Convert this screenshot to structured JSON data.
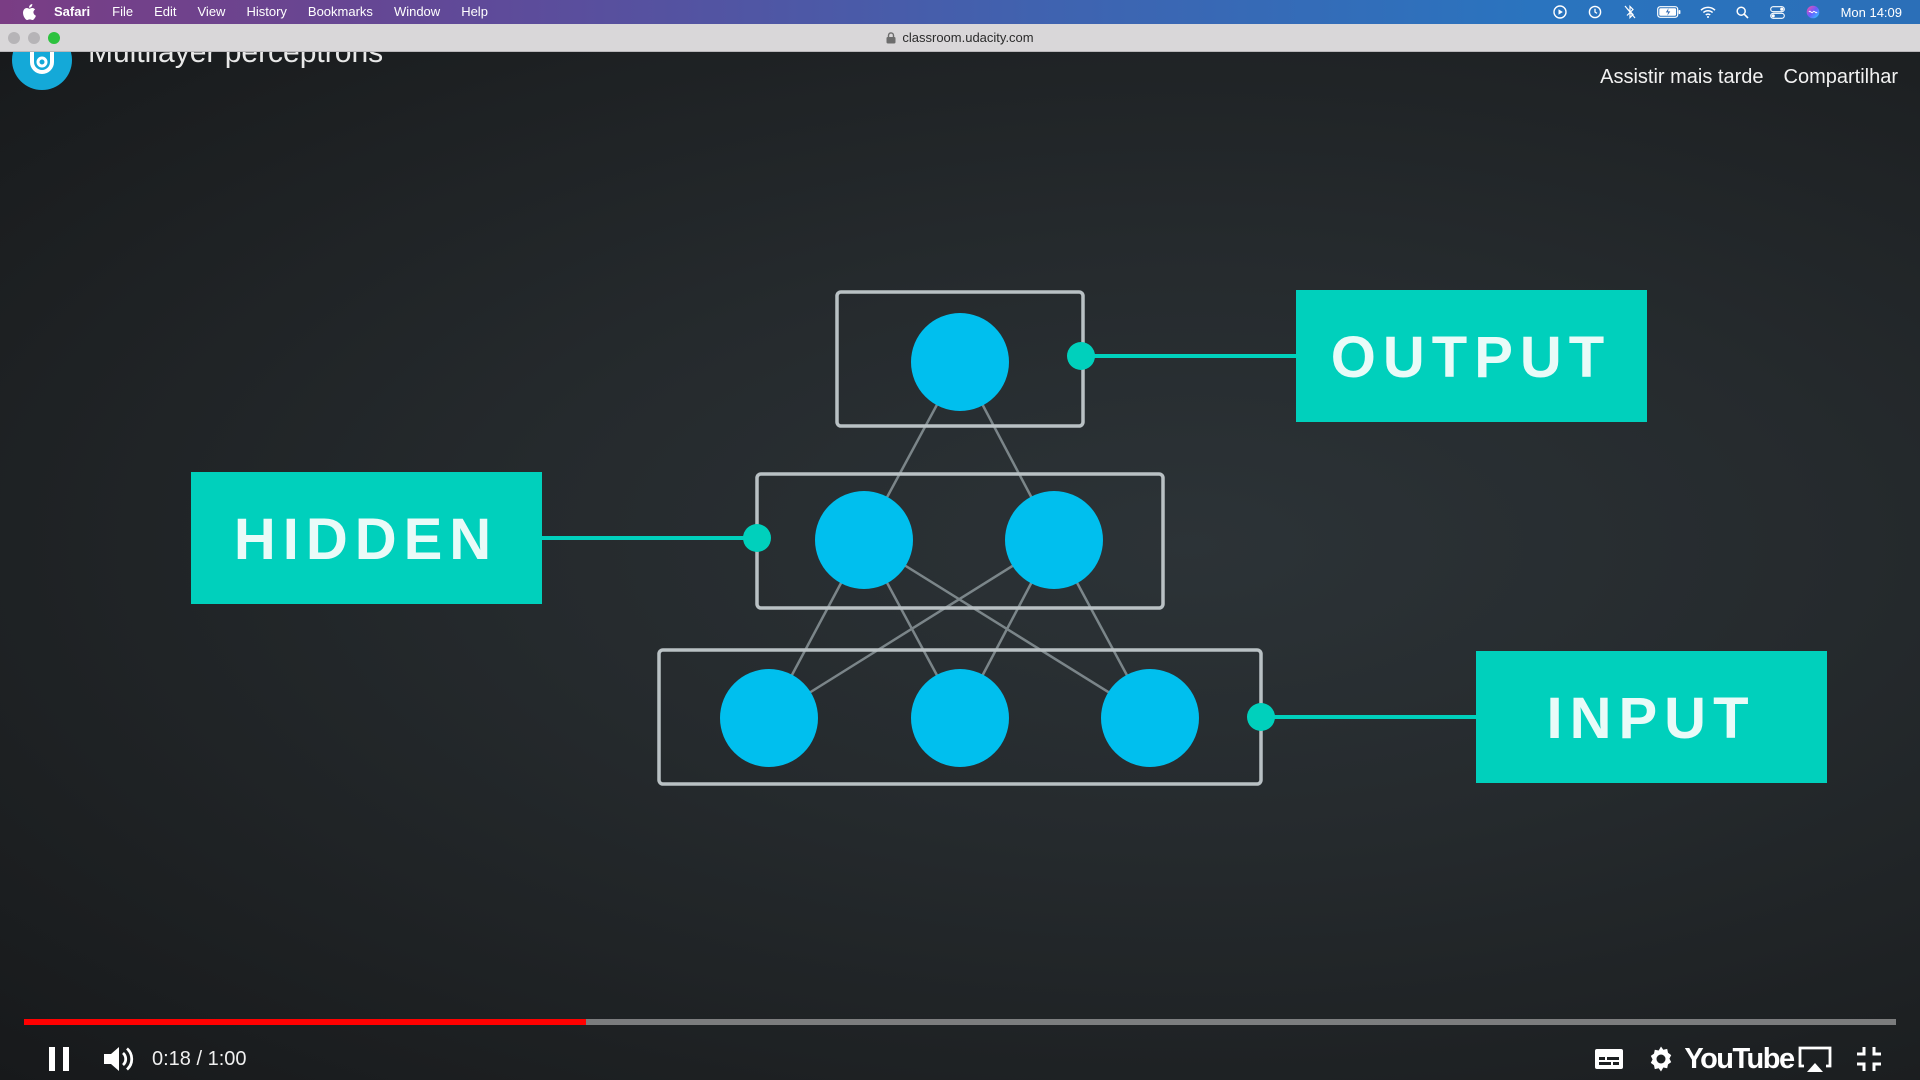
{
  "menubar": {
    "items": [
      "Safari",
      "File",
      "Edit",
      "View",
      "History",
      "Bookmarks",
      "Window",
      "Help"
    ],
    "clock": "Mon 14:09"
  },
  "browser": {
    "url": "classroom.udacity.com"
  },
  "video": {
    "title": "Multilayer perceptrons",
    "watch_later": "Assistir mais tarde",
    "share": "Compartilhar",
    "diagram": {
      "output_label": "OUTPUT",
      "hidden_label": "HIDDEN",
      "input_label": "INPUT",
      "accent": "#00d0bc",
      "node_color": "#00bfee"
    },
    "player": {
      "time": "0:18 / 1:00",
      "progress": 0.3,
      "youtube": "YouTube"
    }
  }
}
